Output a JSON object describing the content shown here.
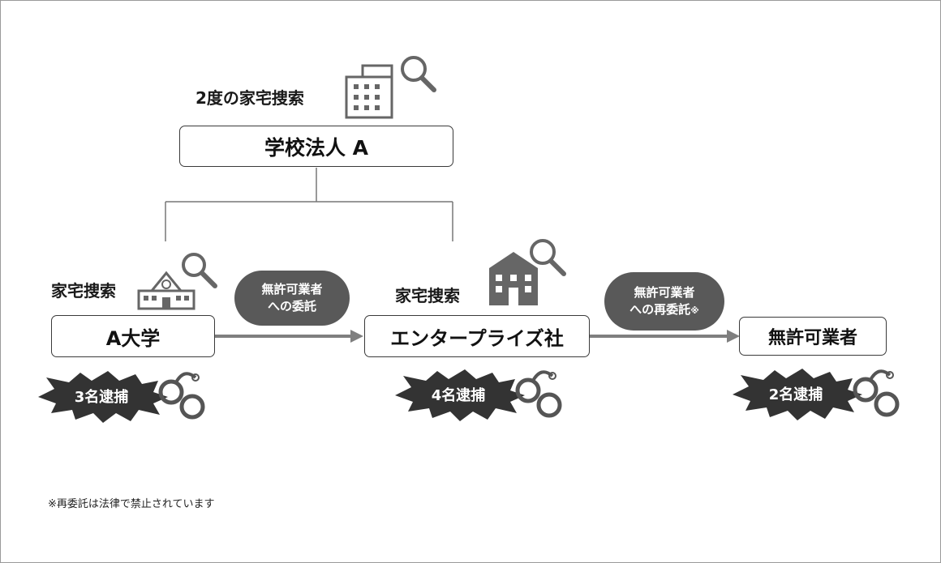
{
  "top": {
    "note": "2度の家宅捜索",
    "org": "学校法人 A"
  },
  "nodes": [
    {
      "label": "A大学",
      "search_label": "家宅捜索",
      "arrest_label": "3名逮捕"
    },
    {
      "label": "エンタープライズ社",
      "search_label": "家宅捜索",
      "arrest_label": "4名逮捕"
    },
    {
      "label": "無許可業者",
      "arrest_label": "2名逮捕"
    }
  ],
  "links": [
    {
      "lines": [
        "無許可業者",
        "への委託"
      ]
    },
    {
      "lines": [
        "無許可業者",
        "への再委託"
      ],
      "mark": "※"
    }
  ],
  "footnote": "※再委託は法律で禁止されています",
  "colors": {
    "pill": "#595959",
    "arrow": "#7f7f7f",
    "burst": "#333333",
    "icon": "#666666",
    "handcuff": "#555555"
  },
  "icons": [
    "office-building-icon",
    "magnifier-icon",
    "school-icon",
    "building-icon",
    "handcuffs-icon",
    "burst-shape"
  ]
}
